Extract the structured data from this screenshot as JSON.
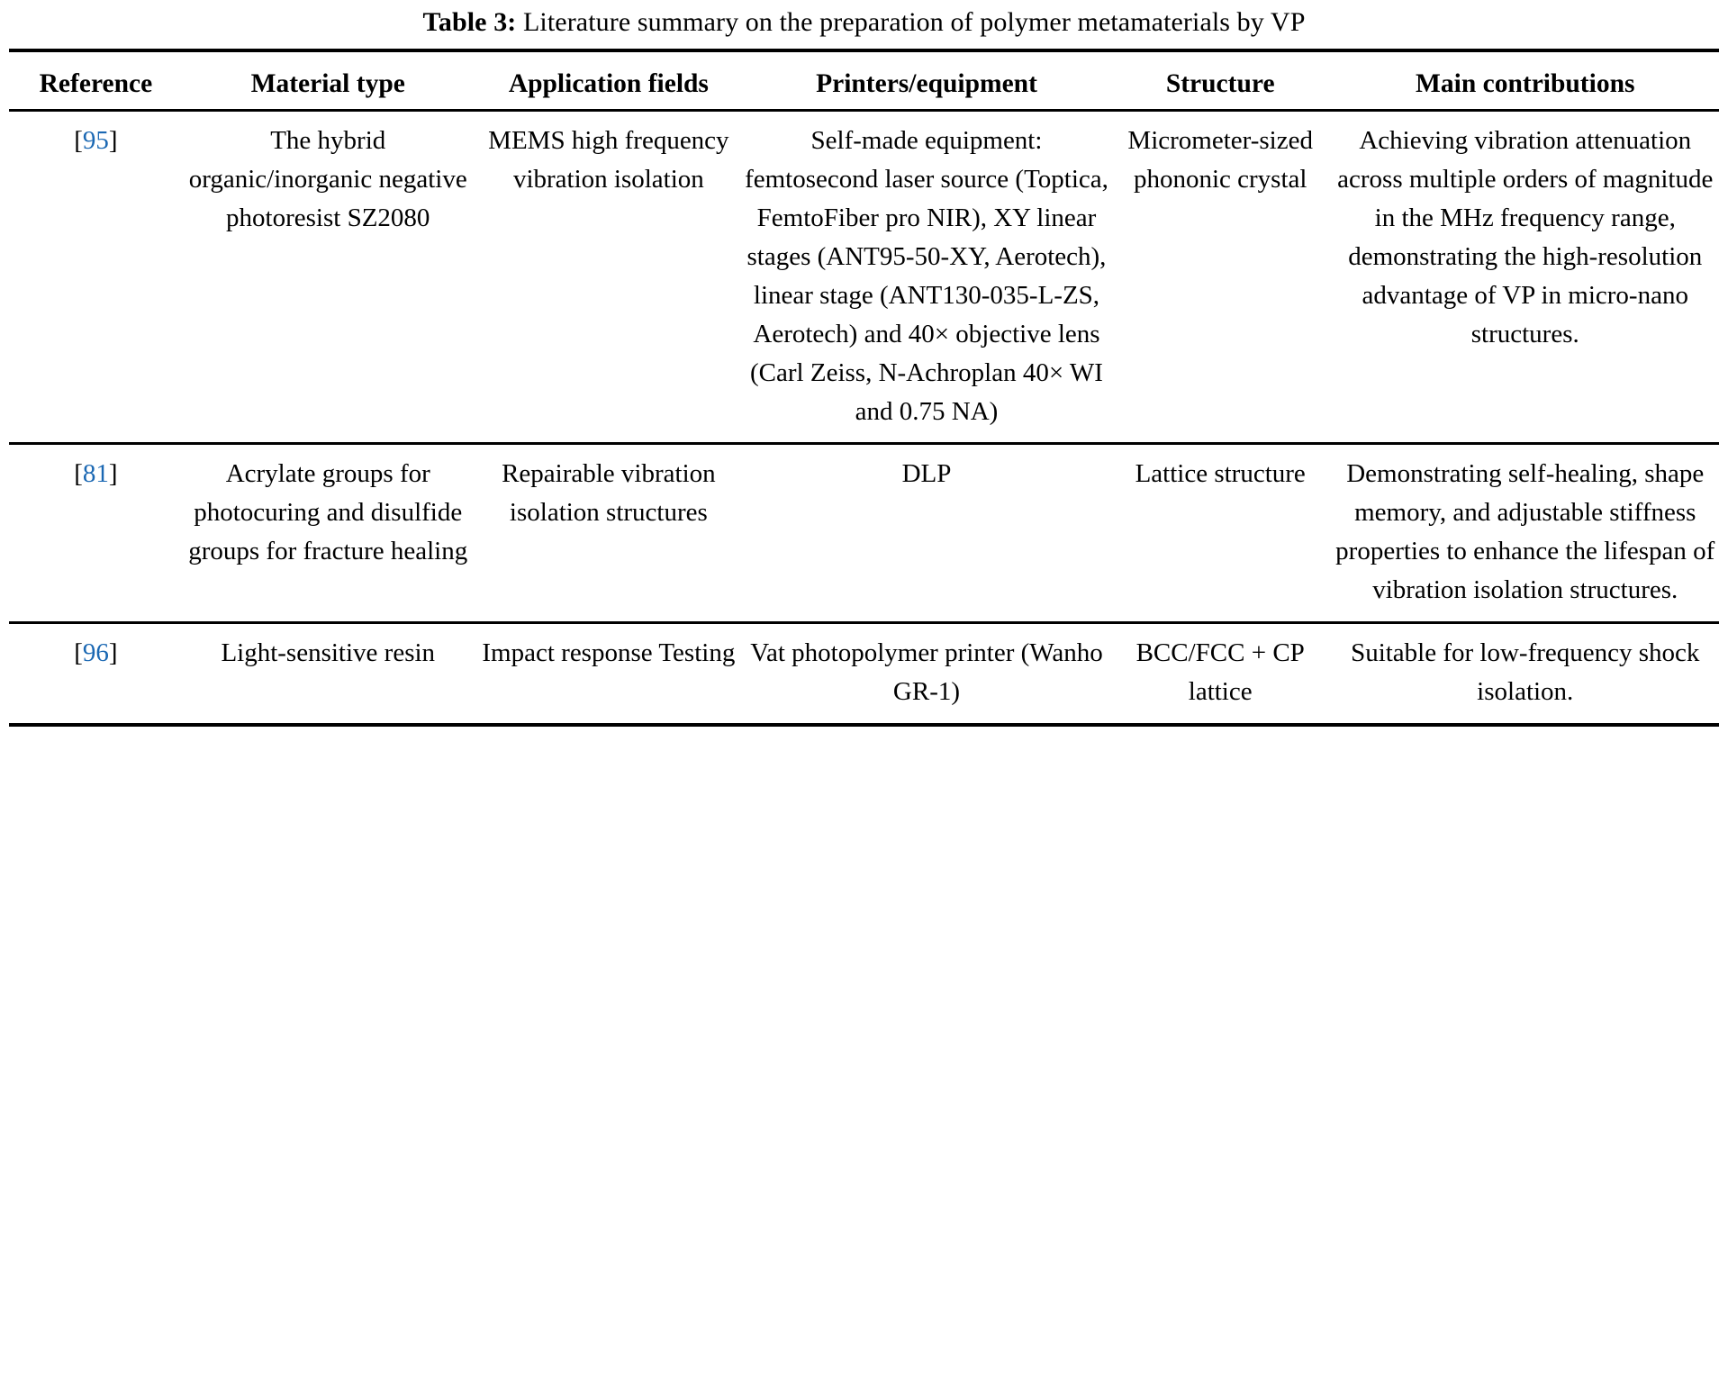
{
  "caption": {
    "label": "Table 3:",
    "text": "Literature summary on the preparation of polymer metamaterials by VP"
  },
  "colors": {
    "reference_link": "#1b68b3",
    "rule": "#000000",
    "text": "#000000",
    "background": "#ffffff"
  },
  "table": {
    "headers": [
      "Reference",
      "Application fields",
      "Material type",
      "Printers/equipment",
      "Structure",
      "Main contributions"
    ],
    "header_reference": "Reference",
    "header_material_type": "Material type",
    "header_application_fields": "Application fields",
    "header_printers_equipment": "Printers/equipment",
    "header_structure": "Structure",
    "header_main_contributions": "Main contributions",
    "rows": [
      {
        "reference_open": "[",
        "reference_number": "95",
        "reference_close": "]",
        "material_type": "The hybrid organic/inorganic negative photoresist SZ2080",
        "application_fields": "MEMS high frequency vibration isolation",
        "printers_equipment": "Self-made equipment: femtosecond laser source (Toptica, FemtoFiber pro NIR), XY linear stages (ANT95-50-XY, Aerotech), linear stage (ANT130-035-L-ZS, Aerotech) and 40× objective lens (Carl Zeiss, N-Achroplan 40× WI and 0.75 NA)",
        "structure": "Micrometer-sized phononic crystal",
        "main_contributions": "Achieving vibration attenuation across multiple orders of magnitude in the MHz frequency range, demonstrating the high-resolution advantage of VP in micro-nano structures."
      },
      {
        "reference_open": "[",
        "reference_number": "81",
        "reference_close": "]",
        "material_type": "Acrylate groups for photocuring and disulfide groups for fracture healing",
        "application_fields": "Repairable vibration isolation structures",
        "printers_equipment": "DLP",
        "structure": "Lattice structure",
        "main_contributions": "Demonstrating self-healing, shape memory, and adjustable stiffness properties to enhance the lifespan of vibration isolation structures."
      },
      {
        "reference_open": "[",
        "reference_number": "96",
        "reference_close": "]",
        "material_type": "Light-sensitive resin",
        "application_fields": "Impact response Testing",
        "printers_equipment": "Vat photopolymer printer (Wanho GR-1)",
        "structure": "BCC/FCC + CP lattice",
        "main_contributions": "Suitable for low-frequency shock isolation."
      }
    ]
  }
}
